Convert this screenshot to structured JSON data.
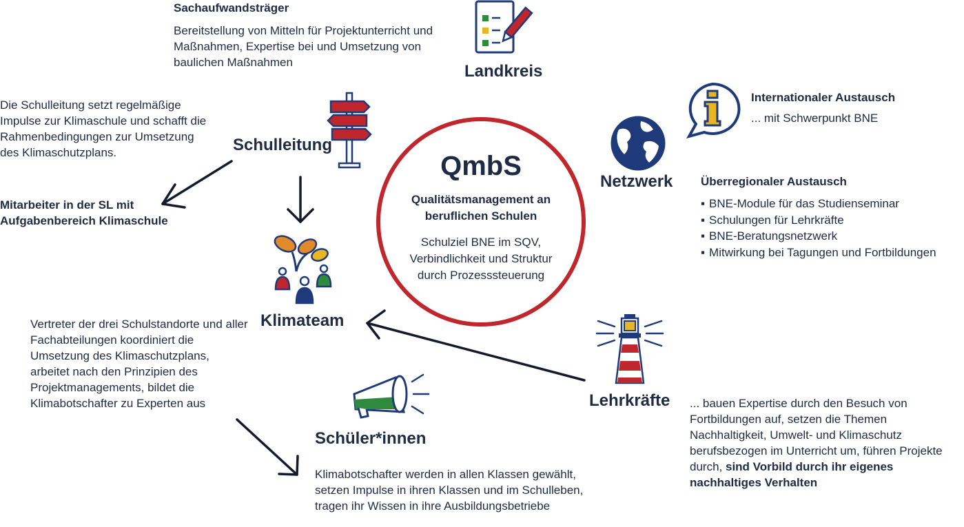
{
  "center": {
    "title": "QmbS",
    "subtitle": "Qualitätsmanagement an beruflichen Schulen",
    "text": "Schulziel BNE im SQV, Verbindlichkeit und Struktur durch Prozesssteuerung"
  },
  "sachaufwand": {
    "heading": "Sachaufwandsträger",
    "text": "Bereitstellung von Mitteln für Projektunterricht und Maßnahmen, Expertise bei und Umsetzung von baulichen Maßnahmen"
  },
  "landkreis": {
    "label": "Landkreis"
  },
  "schulleitung": {
    "label": "Schulleitung",
    "text": "Die Schulleitung setzt regelmäßige Impulse zur Klimaschule und schafft die Rahmenbedingungen zur Umsetzung des Klimaschutzplans.",
    "staff": "Mitarbeiter in der SL mit Aufgabenbereich Klimaschule"
  },
  "klimateam": {
    "label": "Klimateam",
    "text": "Vertreter der drei Schulstandorte und aller Fachabteilungen koordiniert die Umsetzung des Klimaschutzplans, arbeitet nach den Prinzipien des Projektmanagements, bildet die Klimabotschafter zu Experten aus"
  },
  "netzwerk": {
    "label": "Netzwerk",
    "international_heading": "Internationaler Austausch",
    "international_text": "... mit Schwerpunkt BNE",
    "regional_heading": "Überregionaler Austausch",
    "items": [
      "BNE-Module für das Studienseminar",
      "Schulungen für Lehrkräfte",
      "BNE-Beratungsnetzwerk",
      "Mitwirkung bei Tagungen und Fortbildungen"
    ]
  },
  "lehrkraefte": {
    "label": "Lehrkräfte",
    "text": "... bauen Expertise durch den Besuch von Fortbildungen auf, setzen die Themen Nachhaltigkeit, Umwelt- und Klimaschutz berufsbezogen im Unterricht um, führen Projekte durch,",
    "text_bold": "sind Vorbild durch ihr eigenes nachhaltiges Verhalten"
  },
  "schueler": {
    "label": "Schüler*innen",
    "text": "Klimabotschafter werden in allen Klassen gewählt, setzen Impulse in ihren Klassen und im Schulleben, tragen ihr Wissen in ihre Ausbildungsbetriebe"
  },
  "icons": {
    "landkreis": "checklist-pen-icon",
    "schulleitung": "signpost-icon",
    "klimateam": "plants-people-icon",
    "netzwerk": "globe-icon",
    "info": "info-bubble-icon",
    "lehrkraefte": "lighthouse-icon",
    "schueler": "megaphone-icon"
  },
  "colors": {
    "navy": "#1f3a7a",
    "red": "#c0272d",
    "orange": "#e08a2c",
    "green": "#2e8b3d",
    "yellow": "#e8b623",
    "text": "#1f2a44"
  }
}
